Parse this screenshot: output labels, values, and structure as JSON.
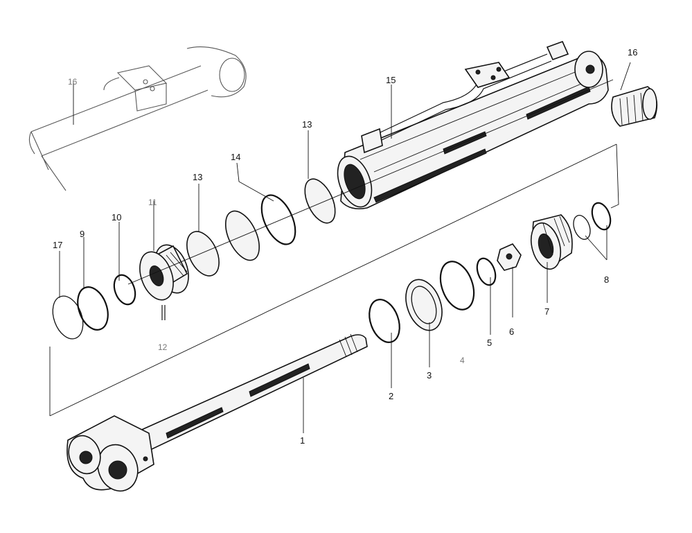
{
  "callouts": [
    {
      "id": "c1",
      "text": "1"
    },
    {
      "id": "c2",
      "text": "2"
    },
    {
      "id": "c3",
      "text": "3"
    },
    {
      "id": "c4",
      "text": "4"
    },
    {
      "id": "c5",
      "text": "5"
    },
    {
      "id": "c6",
      "text": "6"
    },
    {
      "id": "c7",
      "text": "7"
    },
    {
      "id": "c8",
      "text": "8"
    },
    {
      "id": "c9",
      "text": "9"
    },
    {
      "id": "c10",
      "text": "10"
    },
    {
      "id": "c11",
      "text": "11"
    },
    {
      "id": "c12",
      "text": "12"
    },
    {
      "id": "c13a",
      "text": "13"
    },
    {
      "id": "c13b",
      "text": "13"
    },
    {
      "id": "c14",
      "text": "14"
    },
    {
      "id": "c15",
      "text": "15"
    },
    {
      "id": "c16a",
      "text": "16"
    },
    {
      "id": "c16b",
      "text": "16"
    },
    {
      "id": "c17",
      "text": "17"
    }
  ]
}
